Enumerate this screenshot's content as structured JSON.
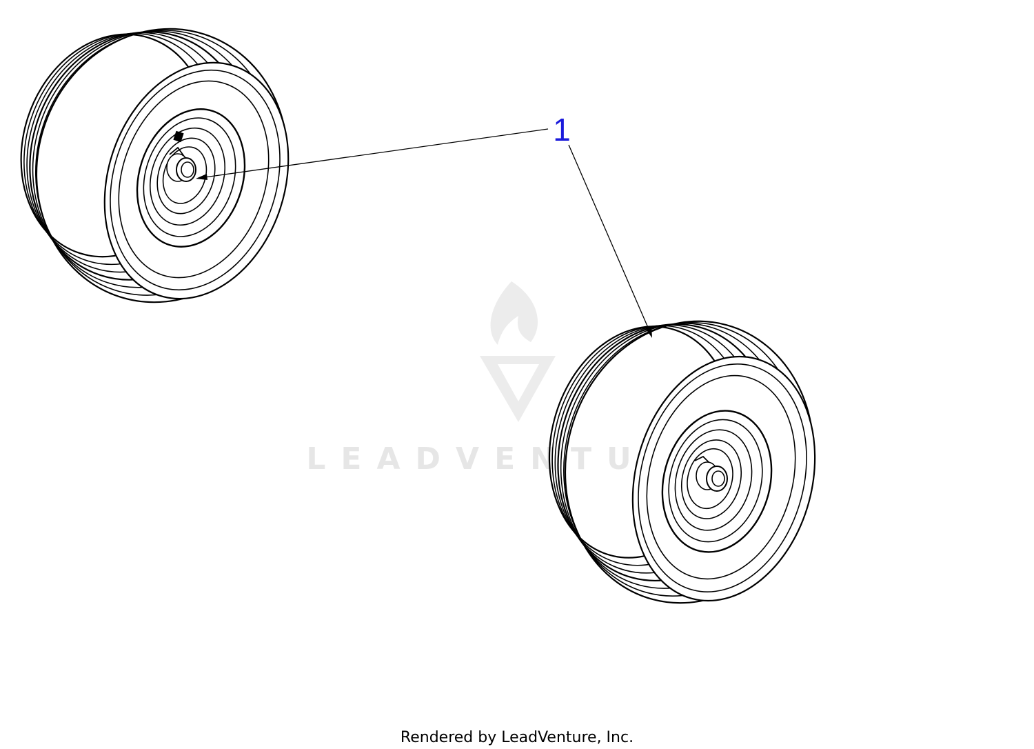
{
  "callout": {
    "number": "1"
  },
  "watermark": {
    "text": "LEADVENTURE",
    "logo_icon": "flame-v-logo-icon"
  },
  "footer": {
    "credit": "Rendered by LeadVenture, Inc."
  },
  "colors": {
    "line": "#000000",
    "callout": "#1a1adb",
    "watermark": "#e6e6e6",
    "background": "#ffffff"
  }
}
